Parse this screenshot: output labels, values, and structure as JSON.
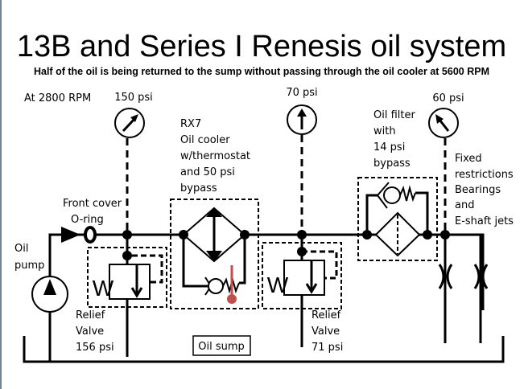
{
  "title": "13B and Series I Renesis oil system",
  "subtitle": "Half of the oil is being returned to the sump without passing through the oil cooler at 5600 RPM",
  "rpm_note": "At 2800 RPM",
  "gauges": [
    {
      "label": "150 psi"
    },
    {
      "label": "70 psi"
    },
    {
      "label": "60 psi"
    }
  ],
  "labels": {
    "front_cover": [
      "Front cover",
      "O-ring"
    ],
    "oil_pump": [
      "Oil",
      "pump"
    ],
    "relief_valve_1": [
      "Relief",
      "Valve",
      "156 psi"
    ],
    "oil_cooler": [
      "RX7",
      "Oil cooler",
      "w/thermostat",
      "and 50 psi",
      "bypass"
    ],
    "relief_valve_2": [
      "Relief",
      "Valve",
      "71 psi"
    ],
    "oil_filter": [
      "Oil filter",
      "with",
      "14 psi",
      "bypass"
    ],
    "restrictions": [
      "Fixed",
      "restrictions",
      "Bearings",
      "and",
      "E-shaft jets"
    ],
    "oil_sump": "Oil sump",
    "spring_symbol": "W"
  },
  "colors": {
    "thermostat": "#c0504d",
    "line": "#000000"
  }
}
